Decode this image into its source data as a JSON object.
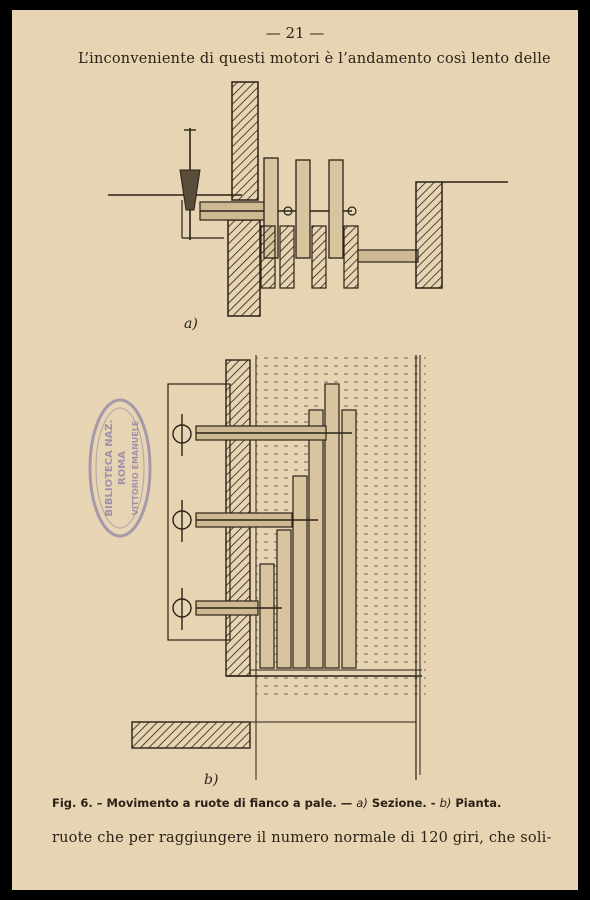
{
  "page": {
    "number": "— 21 —",
    "line_top": "L’inconveniente di questi motori è l’andamento così lento delle",
    "line_bottom": "ruote che per raggiungere il numero normale di 120 giri, che soli-"
  },
  "figure": {
    "label_a": "a)",
    "label_b": "b)",
    "caption": {
      "prefix": "Fig. 6. – Movimento a ruote di fianco a pale. — ",
      "a_mark": "a)",
      "a_text": " Sezione. - ",
      "b_mark": "b)",
      "b_text": " Pianta."
    }
  },
  "stamp": {
    "text_lines": [
      "BIBLIOTECA NAZ.",
      "ROMA",
      "VITTORIO EMANUELE"
    ],
    "color": "#8f84a8"
  },
  "colors": {
    "paper": "#e6d4b2",
    "ink": "#2a2218",
    "frame": "#000000"
  }
}
